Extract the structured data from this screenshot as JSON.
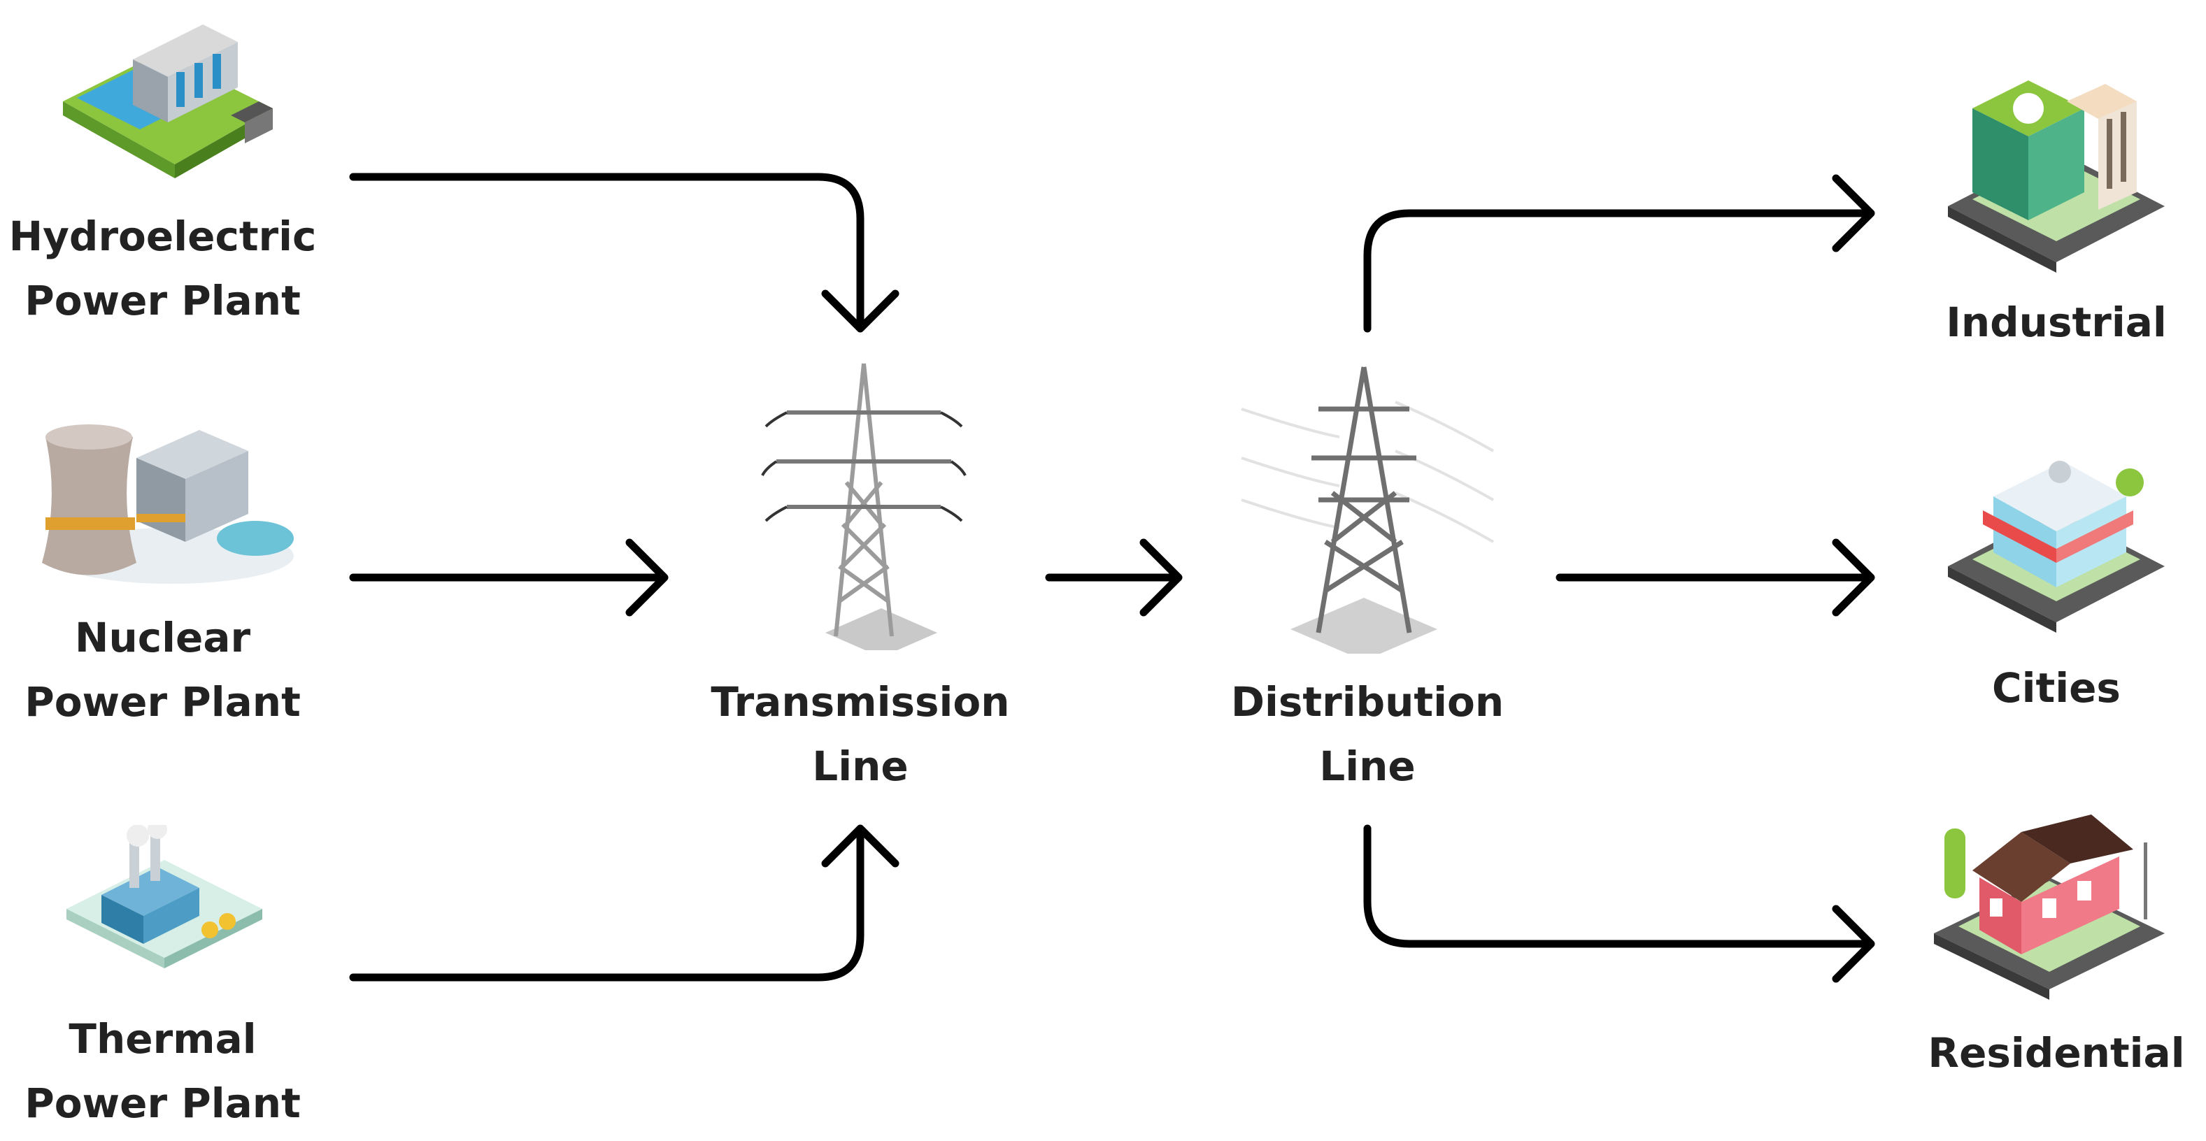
{
  "sources": [
    {
      "id": "hydro",
      "line1": "Hydroelectric",
      "line2": "Power Plant",
      "icon": "hydroelectric-dam-icon"
    },
    {
      "id": "nuclear",
      "line1": "Nuclear",
      "line2": "Power Plant",
      "icon": "nuclear-plant-icon"
    },
    {
      "id": "thermal",
      "line1": "Thermal",
      "line2": "Power Plant",
      "icon": "thermal-plant-icon"
    }
  ],
  "transmission": {
    "line1": "Transmission",
    "line2": "Line",
    "icon": "transmission-tower-icon"
  },
  "distribution": {
    "line1": "Distribution",
    "line2": "Line",
    "icon": "distribution-tower-icon"
  },
  "consumers": [
    {
      "id": "industrial",
      "label": "Industrial",
      "icon": "office-building-icon"
    },
    {
      "id": "cities",
      "label": "Cities",
      "icon": "shop-building-icon"
    },
    {
      "id": "residential",
      "label": "Residential",
      "icon": "house-icon"
    }
  ],
  "colors": {
    "arrow": "#000000",
    "text": "#222222",
    "steel": "#8a8a8a",
    "water": "#3fa9dc",
    "grass": "#8cc63f"
  }
}
